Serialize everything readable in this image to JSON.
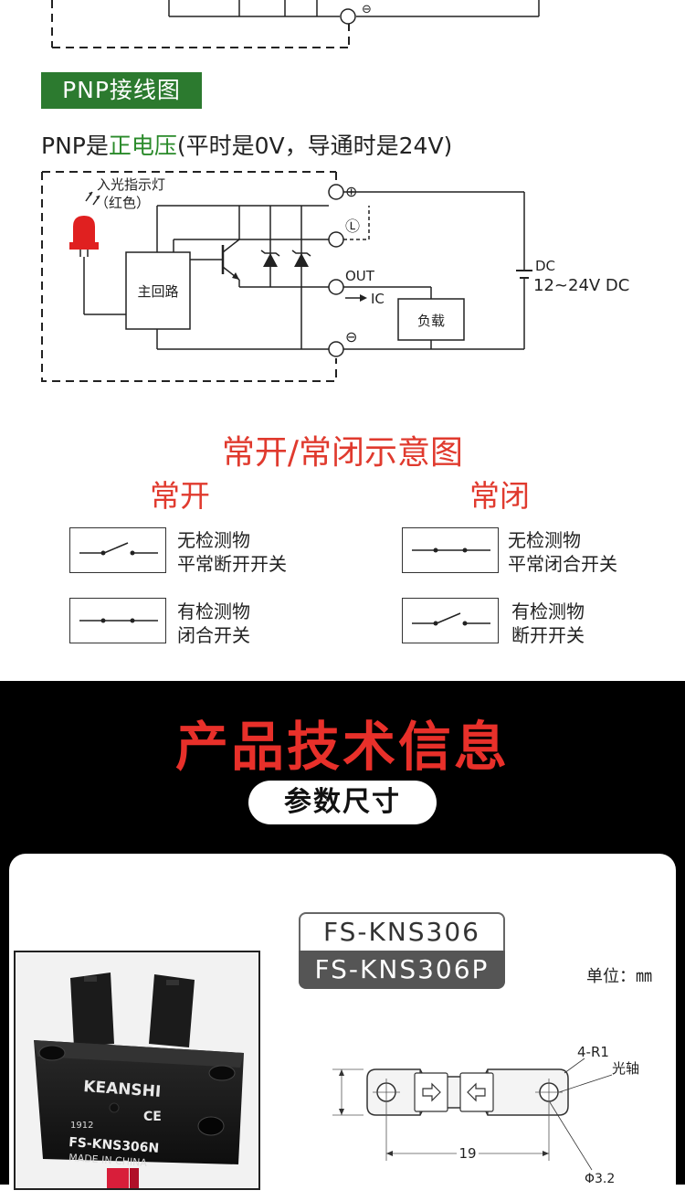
{
  "npn_bottom": {
    "minus_symbol": "⊖"
  },
  "pnp": {
    "tag": "PNP接线图",
    "subtitle_prefix": "PNP是",
    "subtitle_highlight": "正电压",
    "subtitle_suffix": "(平时是0V，导通时是24V)",
    "indicator_label": "入光指示灯",
    "indicator_color_label": "（红色）",
    "main_circuit": "主回路",
    "plus_symbol": "⊕",
    "l_symbol": "Ⓛ",
    "minus_symbol": "⊖",
    "out_label": "OUT",
    "ic_label": "IC",
    "load_label": "负载",
    "dc_label": "DC",
    "voltage_label": "12~24V DC"
  },
  "switch_section": {
    "title": "常开/常闭示意图",
    "no_title": "常开",
    "nc_title": "常闭",
    "no_items": [
      {
        "line1": "无检测物",
        "line2": "平常断开开关"
      },
      {
        "line1": "有检测物",
        "line2": "闭合开关"
      }
    ],
    "nc_items": [
      {
        "line1": "无检测物",
        "line2": "平常闭合开关"
      },
      {
        "line1": "有检测物",
        "line2": "断开开关"
      }
    ]
  },
  "product": {
    "title": "产品技术信息",
    "pill": "参数尺寸",
    "model_1": "FS-KNS306",
    "model_2": "FS-KNS306P",
    "unit": "单位：㎜",
    "brand": "KEANSHI",
    "ce_mark": "CE",
    "date_code": "1912",
    "sensor_model": "FS-KNS306N",
    "made_in": "MADE IN CHINA",
    "dim_r": "4-R1",
    "dim_axis": "光轴",
    "dim_width": "19",
    "dim_hole": "Φ3.2"
  },
  "colors": {
    "accent_red": "#e03a2e",
    "tag_green": "#2c7a2f",
    "highlight_green": "#2a8a2a",
    "led_red": "#e02020"
  }
}
